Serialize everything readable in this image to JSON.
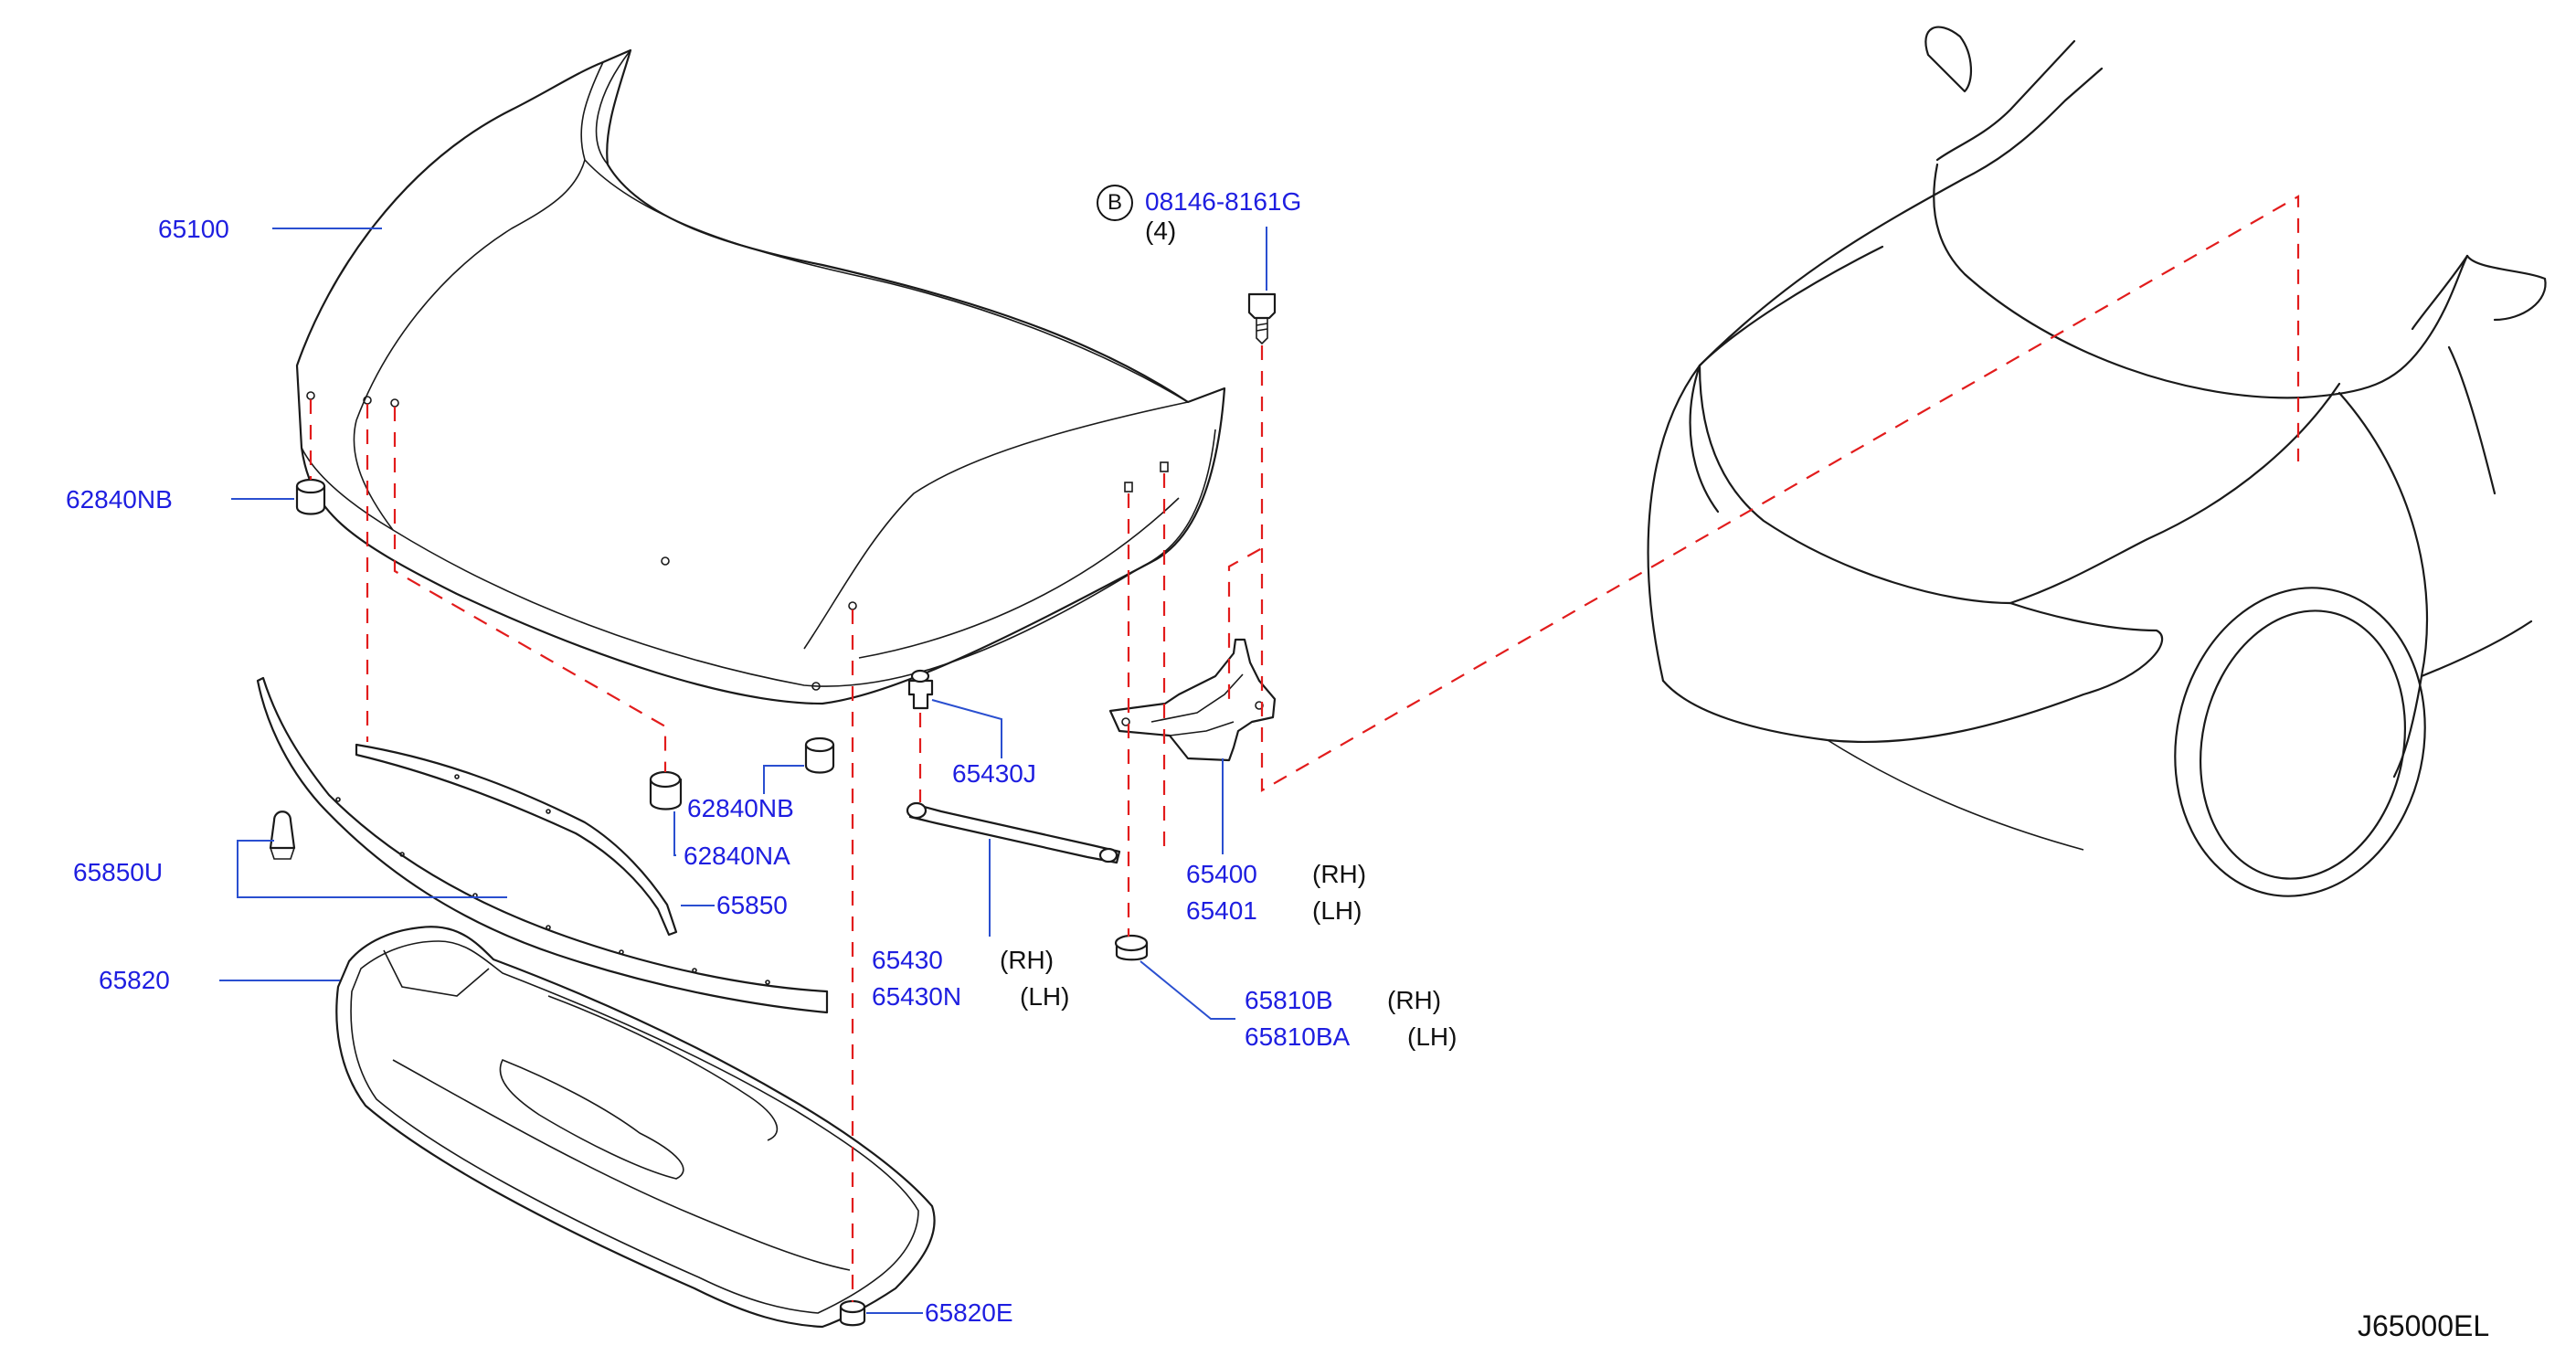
{
  "colors": {
    "part_number": "#1e1ee0",
    "leader": "#2a4fd0",
    "dashed_guide": "#e21c1c",
    "lines": "#1a1a1a"
  },
  "diagram_code": "J65000EL",
  "bolt": {
    "circle_letter": "B",
    "part": "08146-8161G",
    "qty": "(4)"
  },
  "parts": {
    "hood": "65100",
    "bumper_nb_left": "62840NB",
    "bumper_nb_mid": "62840NB",
    "bumper_na": "62840NA",
    "clip": "65850U",
    "seal": "65850",
    "insulator": "65820",
    "insulator_clip": "65820E",
    "stay_stud": "65430J",
    "stay_rh": "65430",
    "stay_lh": "65430N",
    "hinge_rh": "65400",
    "hinge_lh": "65401",
    "grommet_rh": "65810B",
    "grommet_lh": "65810BA"
  },
  "sides": {
    "rh": "(RH)",
    "lh": "(LH)"
  }
}
